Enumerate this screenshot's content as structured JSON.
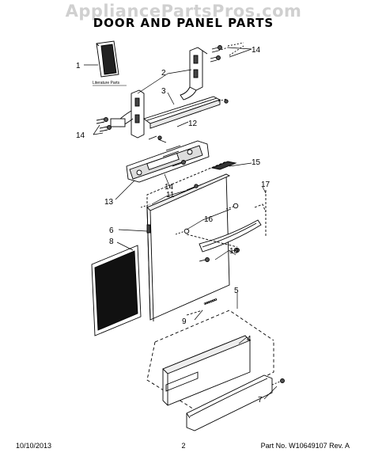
{
  "watermark": "AppliancePartsPros.com",
  "title": "DOOR AND PANEL PARTS",
  "literature_label": "Literature Parts",
  "callouts": [
    "1",
    "2",
    "3",
    "4",
    "5",
    "6",
    "7",
    "8",
    "9",
    "10",
    "11",
    "12",
    "13",
    "14",
    "14",
    "14",
    "15",
    "16",
    "17"
  ],
  "footer": {
    "date": "10/10/2013",
    "page": "2",
    "part_no": "Part No. W10649107  Rev. A"
  }
}
